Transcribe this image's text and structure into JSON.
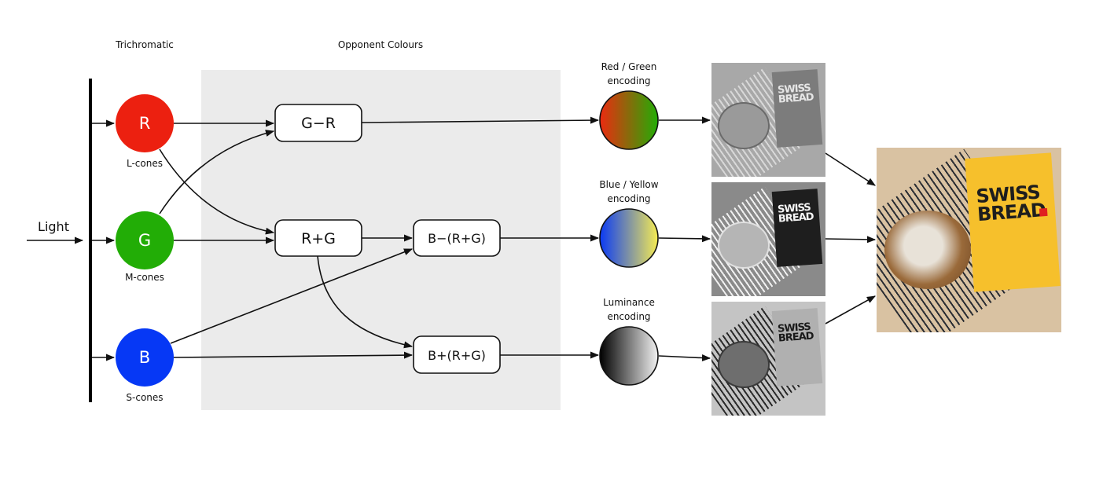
{
  "headings": {
    "trichromatic": "Trichromatic",
    "opponent": "Opponent Colours"
  },
  "input": {
    "label": "Light"
  },
  "cones": [
    {
      "letter": "R",
      "label": "L-cones",
      "color": "#ec2010"
    },
    {
      "letter": "G",
      "label": "M-cones",
      "color": "#22ad06"
    },
    {
      "letter": "B",
      "label": "S-cones",
      "color": "#0638f5"
    }
  ],
  "opponent_nodes": {
    "g_minus_r": "G−R",
    "r_plus_g": "R+G",
    "b_minus_rg": "B−(R+G)",
    "b_plus_rg": "B+(R+G)"
  },
  "encodings": [
    {
      "line1": "Red / Green",
      "line2": "encoding",
      "from": "#ec2a10",
      "to": "#22ad06"
    },
    {
      "line1": "Blue / Yellow",
      "line2": "encoding",
      "from": "#0a3af5",
      "to": "#f6ec52"
    },
    {
      "line1": "Luminance",
      "line2": "encoding",
      "from": "#000000",
      "to": "#f2f2f2"
    }
  ],
  "photos": {
    "book_line1": "SWISS",
    "book_line2": "BREAD",
    "book_color": "#f6c02c",
    "panel_bg": "#ebebeb"
  }
}
